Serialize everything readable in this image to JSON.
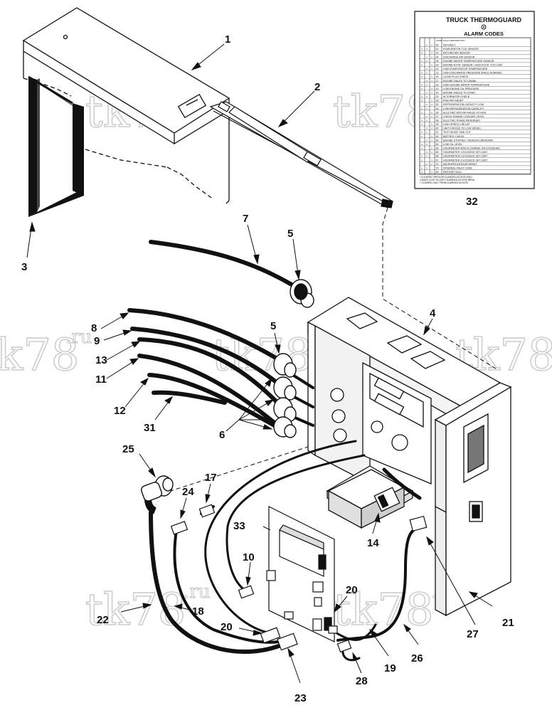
{
  "alarm_label": {
    "title": "TRUCK THERMOGUARD",
    "subtitle": "ALARM CODES",
    "code_header": "CODE",
    "fault_header": "FAULT DESCRIPTION",
    "rows": [
      {
        "code": "00",
        "text": "NO FAULT"
      },
      {
        "code": "02",
        "text": "EVAPORATOR COIL SENSOR"
      },
      {
        "code": "03",
        "text": "RETURN AIR SENSOR"
      },
      {
        "code": "04",
        "text": "DISCHARGE AIR SENSOR"
      },
      {
        "code": "05",
        "text": "ENGINE WATER TEMPERATURE SENSOR"
      },
      {
        "code": "09",
        "text": "ENGINE R.P.M. SENSOR / HIGH R.P.M. TOO LOW"
      },
      {
        "code": "10",
        "text": "HIGH EVAPORATOR TEMPERATURE"
      },
      {
        "code": "13",
        "text": "HIGH DISCHARGE PRESSURE WHILE RUNNING"
      },
      {
        "code": "15",
        "text": "GLOW PLUG CHECK"
      },
      {
        "code": "17",
        "text": "ENGINE FAILED TO CRANK"
      },
      {
        "code": "18",
        "text": "HIGH ENGINE WATER TEMPERATURE"
      },
      {
        "code": "19",
        "text": "LOW ENGINE OIL PRESSURE"
      },
      {
        "code": "20",
        "text": "ENGINE FAILED TO START"
      },
      {
        "code": "25",
        "text": "ALTERNATOR CHECK"
      },
      {
        "code": "28",
        "text": "PRETRIP ABORT"
      },
      {
        "code": "30",
        "text": "REFRIGERATION CAPACITY LOW"
      },
      {
        "code": "32",
        "text": "LOW REFRIGERATION CAPACITY"
      },
      {
        "code": "36",
        "text": "ELECTRIC MOTOR FAILED TO RUN"
      },
      {
        "code": "37",
        "text": "CHECK ENGINE COOLANT LEVEL"
      },
      {
        "code": "38",
        "text": "ELECTRIC PHASE REVERSED"
      },
      {
        "code": "39",
        "text": "HIGH SPEED CIRCUIT"
      },
      {
        "code": "40",
        "text": "UNIT FORCED TO LOW SPEED"
      },
      {
        "code": "42",
        "text": "TEST MODE TIME OUT"
      },
      {
        "code": "43",
        "text": "BATTERY CHECK"
      },
      {
        "code": "50",
        "text": "ENGINE STOPPED / REASON UNKNOWN"
      },
      {
        "code": "63",
        "text": "LOW OIL LEVEL"
      },
      {
        "code": "64",
        "text": "HOURMETER WHICH CHANGE ON EXCEEDED"
      },
      {
        "code": "65",
        "text": "HOURMETER 1 EXCEEDS SET LIMIT"
      },
      {
        "code": "66",
        "text": "HOURMETER 2 EXCEEDS SET LIMIT"
      },
      {
        "code": "67",
        "text": "HOURMETER 3 EXCEEDS SET LIMIT"
      },
      {
        "code": "74",
        "text": "MICROPROCESSOR RESET"
      },
      {
        "code": "79",
        "text": "INTERNAL FAULT CODE"
      },
      {
        "code": "89",
        "text": "RESTART NULL"
      }
    ],
    "footnote_1": "* CLEARED THROUGH GUARDED ACCESS ONLY",
    "footnote_2": "2 MAKE LIGHT IN LIGHT GUARDED ACCESS MENU",
    "footnote_3": "7 CLEARED ONLY FROM GUARDED ACCESS"
  },
  "watermark": {
    "main": "tk78",
    "suffix": ".ru"
  },
  "callouts": {
    "c1": "1",
    "c2": "2",
    "c3": "3",
    "c4": "4",
    "c5a": "5",
    "c5b": "5",
    "c6": "6",
    "c7": "7",
    "c8": "8",
    "c9": "9",
    "c10": "10",
    "c11": "11",
    "c12": "12",
    "c13": "13",
    "c14": "14",
    "c17": "17",
    "c18": "18",
    "c19": "19",
    "c20a": "20",
    "c20b": "20",
    "c21": "21",
    "c22": "22",
    "c23": "23",
    "c24": "24",
    "c25": "25",
    "c26": "26",
    "c27": "27",
    "c28": "28",
    "c31": "31",
    "c32": "32",
    "c33": "33"
  }
}
